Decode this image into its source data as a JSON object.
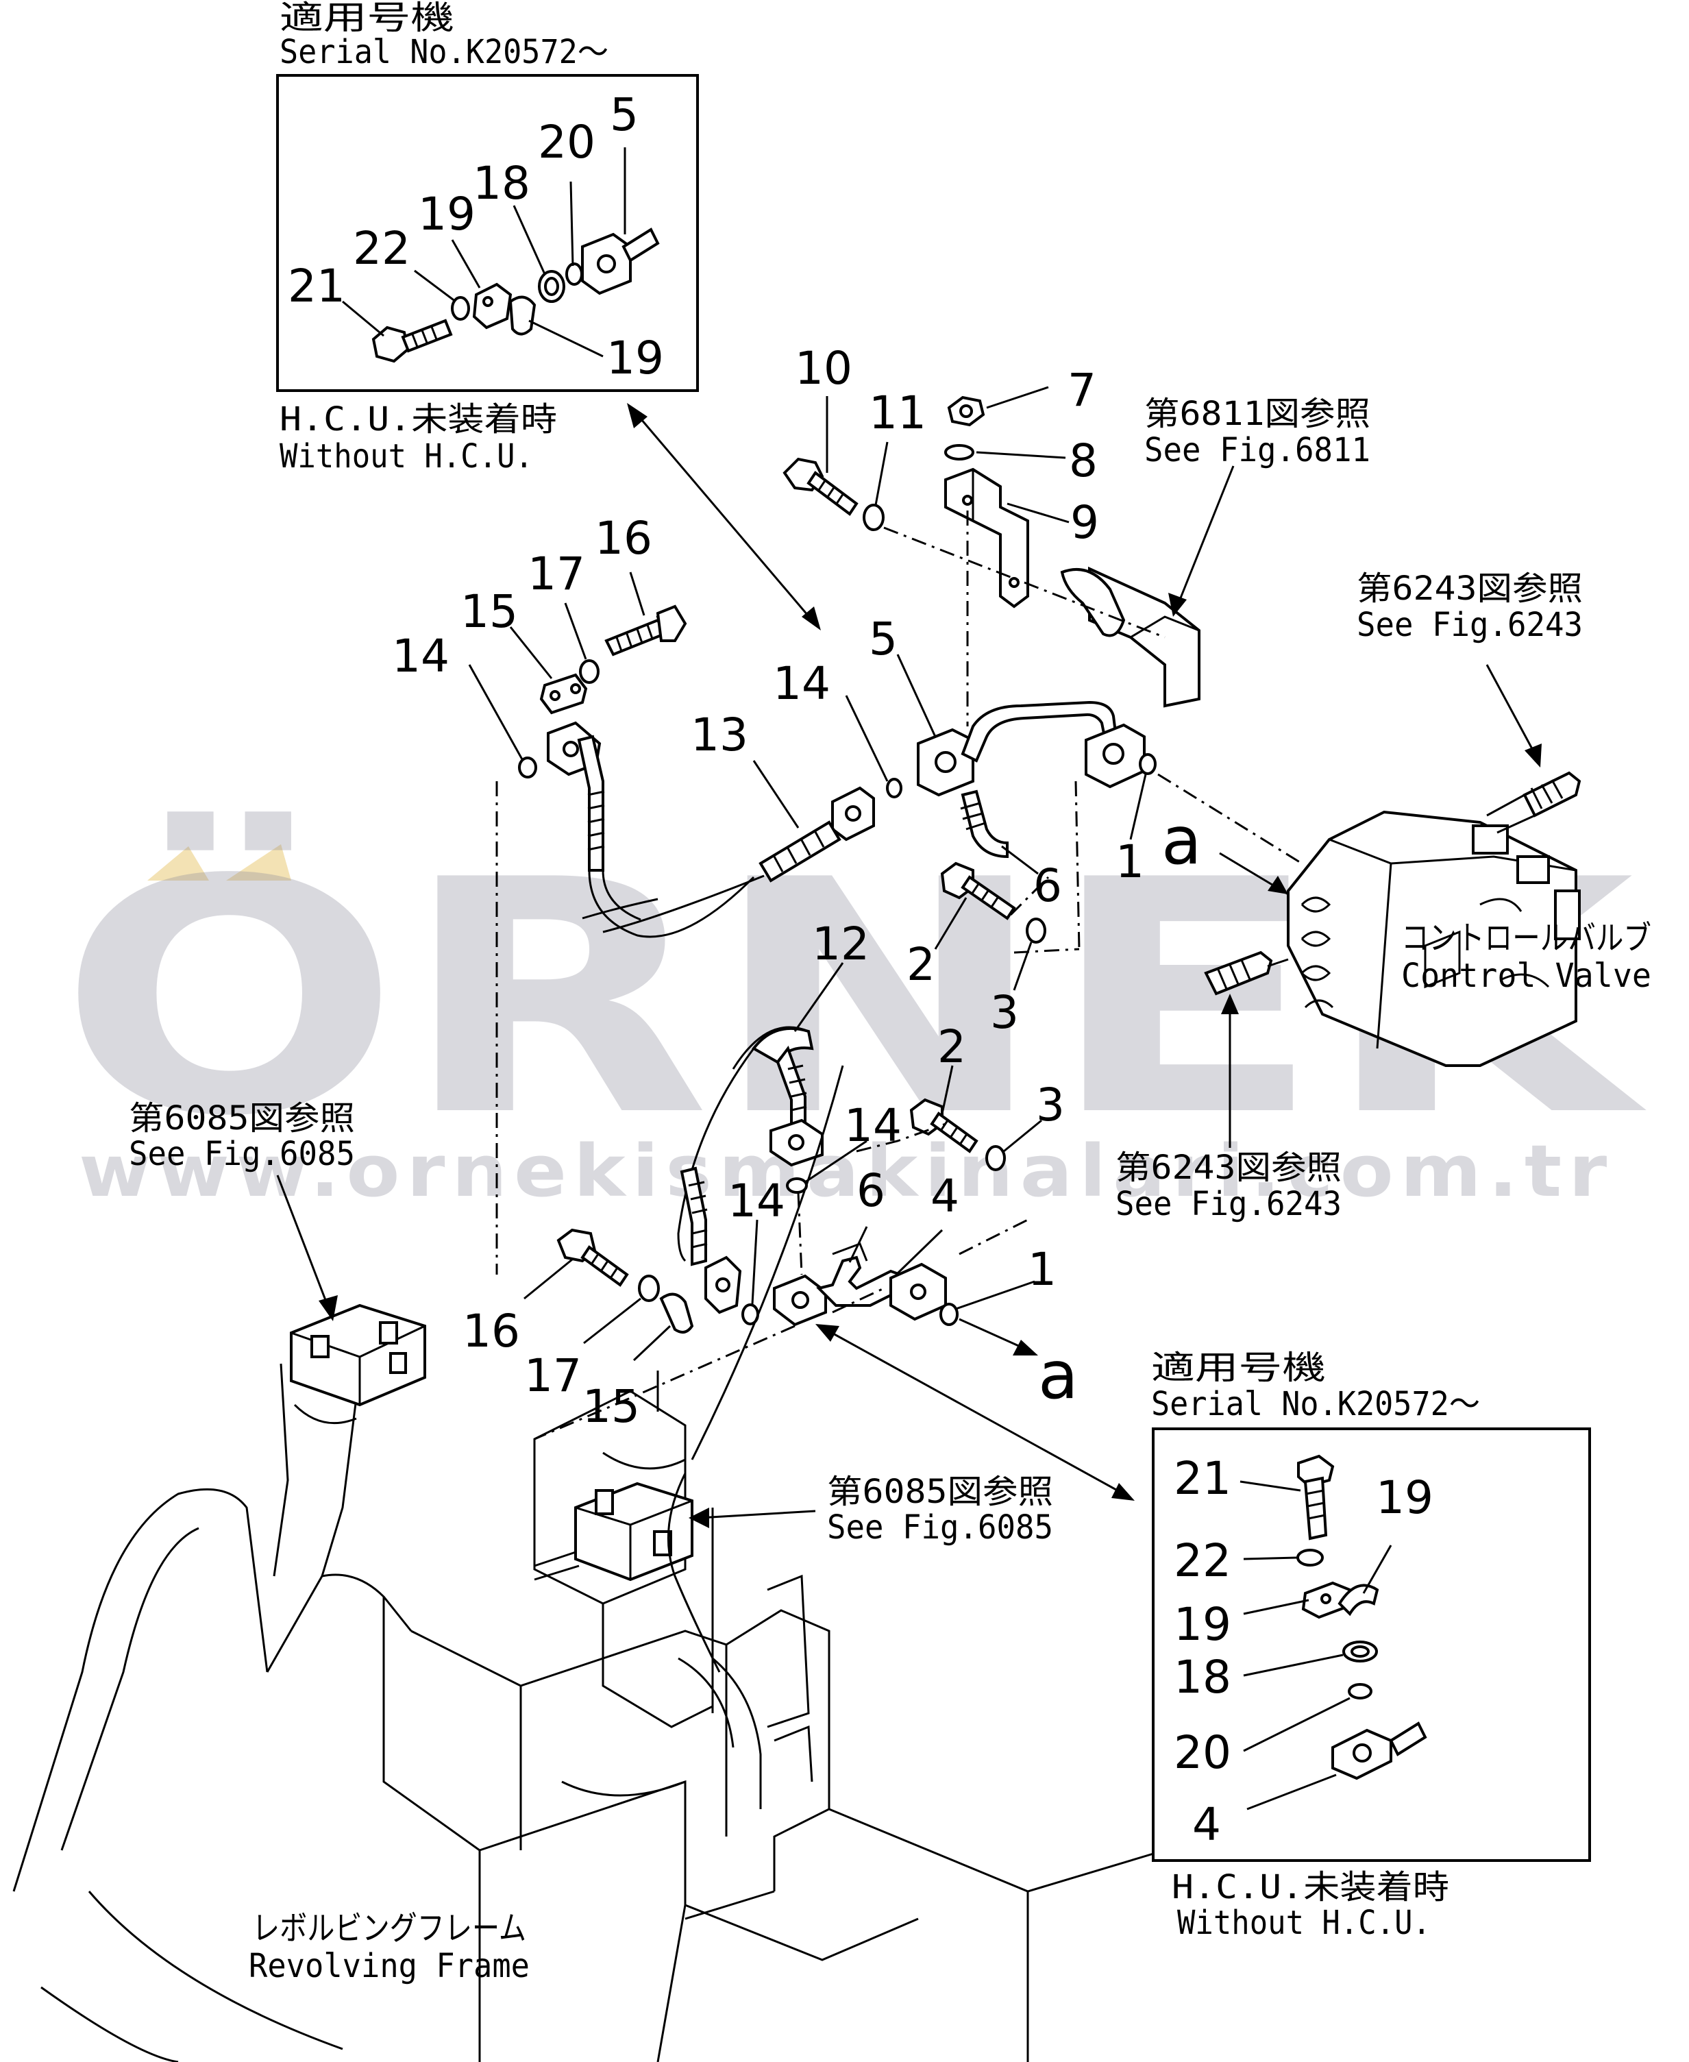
{
  "colors": {
    "line": "#000000",
    "background": "#ffffff",
    "watermark": "#8b8b9a",
    "watermark_accent": "#e8c66a"
  },
  "watermark": {
    "brand": "ÖRNEK",
    "url": "www.ornekismakinalari.com.tr"
  },
  "inset_top": {
    "serial_ja": "適用号機",
    "serial_en": "Serial No.K20572～",
    "note_ja": "H.C.U.未装着時",
    "note_en": "Without H.C.U.",
    "numbers": [
      "21",
      "22",
      "19",
      "18",
      "20",
      "5",
      "19"
    ]
  },
  "inset_bottom": {
    "serial_ja": "適用号機",
    "serial_en": "Serial No.K20572～",
    "note_ja": "H.C.U.未装着時",
    "note_en": "Without H.C.U.",
    "numbers": [
      "21",
      "22",
      "19",
      "18",
      "20",
      "4",
      "19"
    ]
  },
  "refs": {
    "fig6811_ja": "第6811図参照",
    "fig6811_en": "See Fig.6811",
    "fig6243a_ja": "第6243図参照",
    "fig6243a_en": "See Fig.6243",
    "fig6243b_ja": "第6243図参照",
    "fig6243b_en": "See Fig.6243",
    "fig6085a_ja": "第6085図参照",
    "fig6085a_en": "See Fig.6085",
    "fig6085b_ja": "第6085図参照",
    "fig6085b_en": "See Fig.6085"
  },
  "components": {
    "control_valve_ja": "コントロールバルブ",
    "control_valve_en": "Control Valve",
    "revolving_frame_ja": "レボルビングフレーム",
    "revolving_frame_en": "Revolving Frame"
  },
  "markers": {
    "a_top": "a",
    "a_bottom": "a"
  },
  "part_numbers": {
    "n10": "10",
    "n11": "11",
    "n7": "7",
    "n8": "8",
    "n9": "9",
    "n16a": "16",
    "n17a": "17",
    "n15a": "15",
    "n14a": "14",
    "n13": "13",
    "n14b": "14",
    "n5": "5",
    "n1a": "1",
    "n6a": "6",
    "n2a": "2",
    "n3a": "3",
    "n12": "12",
    "n2b": "2",
    "n3b": "3",
    "n14c": "14",
    "n14d": "14",
    "n6b": "6",
    "n4": "4",
    "n1b": "1",
    "n16b": "16",
    "n17b": "17",
    "n15b": "15"
  }
}
